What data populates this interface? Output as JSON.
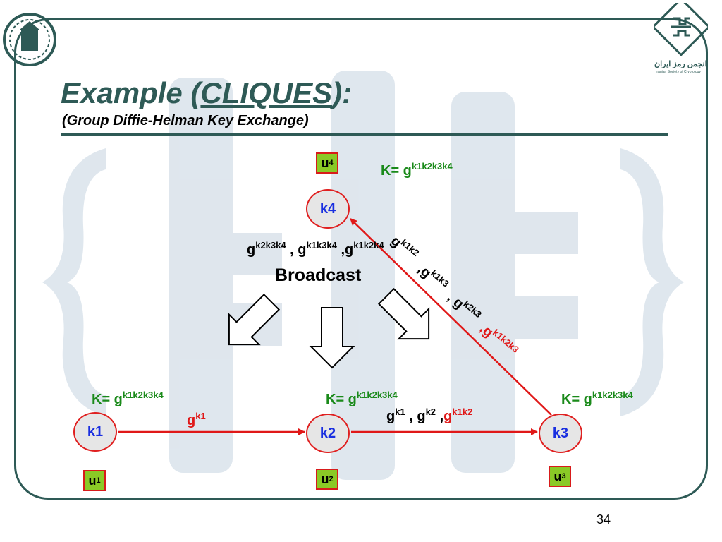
{
  "title": {
    "prefix": "Example (",
    "link": "CLIQUES",
    "suffix": "):"
  },
  "subtitle": "(Group Diffie-Helman Key Exchange)",
  "broadcast": "Broadcast",
  "page_number": "34",
  "logos": {
    "right_caption": "انجمن رمز ایران",
    "right_caption_en": "Iranian Society of Cryptology"
  },
  "nodes": {
    "k1": "k1",
    "k2": "k2",
    "k3": "k3",
    "k4": "k4"
  },
  "users": {
    "u1": {
      "base": "u",
      "sub": "1"
    },
    "u2": {
      "base": "u",
      "sub": "2"
    },
    "u3": {
      "base": "u",
      "sub": "3"
    },
    "u4": {
      "base": "u",
      "sub": "4"
    }
  },
  "keys": {
    "base": "K= g",
    "exp": "k1k2k3k4"
  },
  "messages": {
    "k1_to_k2": {
      "base": "g",
      "exp": "k1"
    },
    "k2_to_k3": {
      "p1": {
        "base": "g",
        "exp": "k1"
      },
      "sep1": " , ",
      "p2": {
        "base": "g",
        "exp": "k2"
      },
      "sep2": " ,",
      "p3": {
        "base": "g",
        "exp": "k1k2"
      }
    },
    "broadcast_msg": {
      "p1": {
        "base": "g",
        "exp": "k2k3k4"
      },
      "sep1": " , ",
      "p2": {
        "base": "g",
        "exp": "k1k3k4"
      },
      "sep2": " ,",
      "p3": {
        "base": "g",
        "exp": "k1k2k4"
      }
    },
    "k3_to_k4": {
      "p1": {
        "base": "g",
        "exp": "k1k2"
      },
      "p2": {
        "base": ",g",
        "exp": "k1k3"
      },
      "p3": {
        "base": ", g",
        "exp": "k2k3"
      },
      "p4": {
        "base": ",g",
        "exp": "k1k2k3"
      }
    }
  },
  "colors": {
    "frame": "#2e5a56",
    "arrow": "#e01818",
    "node_border": "#e02020",
    "node_text": "#1a2fe0",
    "key_text": "#1a8a1a",
    "ubox": "#8ac926"
  }
}
